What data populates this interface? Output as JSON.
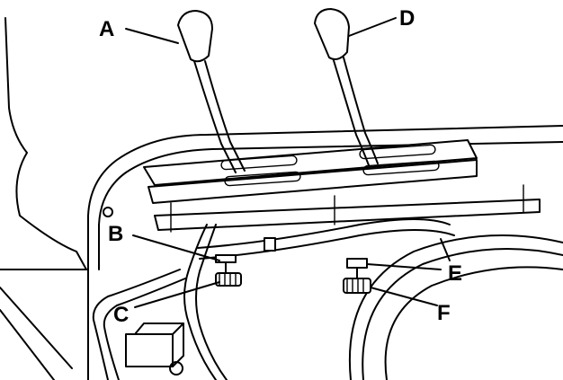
{
  "callouts": {
    "a": "A",
    "b": "B",
    "c": "C",
    "d": "D",
    "e": "E",
    "f": "F"
  }
}
